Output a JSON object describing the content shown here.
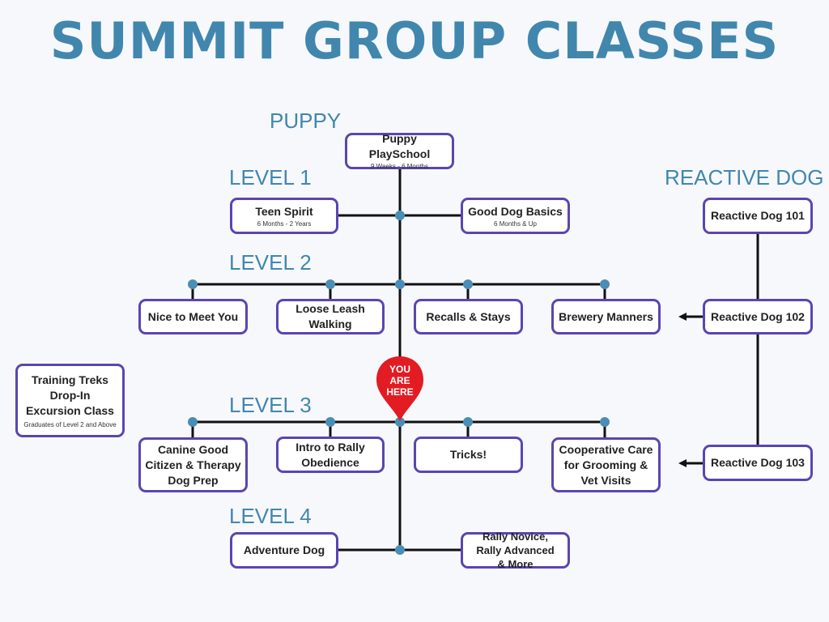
{
  "title": "SUMMIT GROUP CLASSES",
  "colors": {
    "title": "#4187ad",
    "box_border": "#5b45b0",
    "dot": "#4a8db5",
    "pin": "#e31b23",
    "line": "#111111"
  },
  "levels": {
    "puppy": "PUPPY",
    "level1": "LEVEL 1",
    "level2": "LEVEL 2",
    "level3": "LEVEL 3",
    "level4": "LEVEL 4",
    "reactive": "REACTIVE DOG"
  },
  "classes": {
    "puppy_playschool": {
      "name": "Puppy PlaySchool",
      "sub": "9 Weeks - 6 Months"
    },
    "teen_spirit": {
      "name": "Teen Spirit",
      "sub": "6 Months - 2 Years"
    },
    "good_dog_basics": {
      "name": "Good Dog Basics",
      "sub": "6 Months & Up"
    },
    "nice_to_meet_you": {
      "name": "Nice to Meet You"
    },
    "loose_leash": {
      "name": "Loose Leash Walking"
    },
    "recalls_stays": {
      "name": "Recalls & Stays"
    },
    "brewery_manners": {
      "name": "Brewery Manners"
    },
    "canine_good_citizen": {
      "name": "Canine Good Citizen & Therapy Dog Prep"
    },
    "intro_rally": {
      "name": "Intro to Rally Obedience"
    },
    "tricks": {
      "name": "Tricks!"
    },
    "cooperative_care": {
      "name": "Cooperative Care for Grooming & Vet Visits"
    },
    "adventure_dog": {
      "name": "Adventure Dog"
    },
    "rally_novice": {
      "name": "Rally Novice, Rally Advanced & More"
    },
    "training_treks": {
      "name": "Training Treks Drop-In Excursion Class",
      "sub": "Graduates of Level 2 and Above"
    },
    "reactive_101": {
      "name": "Reactive Dog 101"
    },
    "reactive_102": {
      "name": "Reactive Dog 102"
    },
    "reactive_103": {
      "name": "Reactive Dog 103"
    }
  },
  "marker": {
    "label": "YOU ARE HERE"
  }
}
